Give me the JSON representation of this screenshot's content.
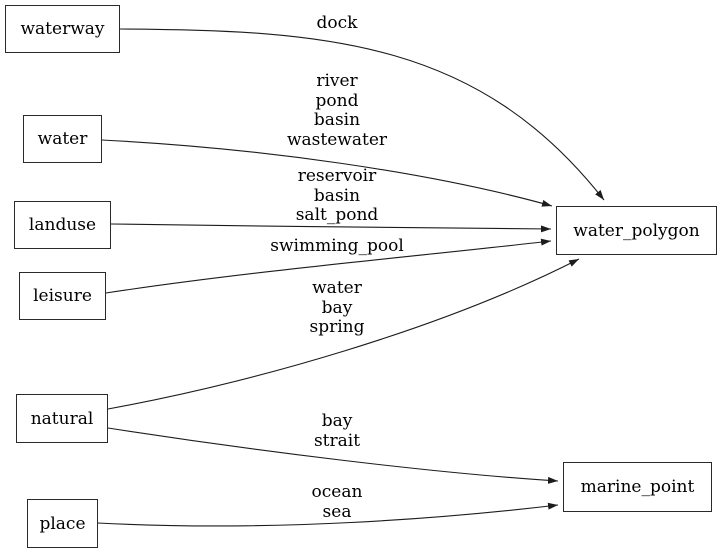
{
  "diagram": {
    "background_color": "#ffffff",
    "line_color": "#1c1c1c",
    "nodes": {
      "waterway": {
        "label": "waterway"
      },
      "water": {
        "label": "water"
      },
      "landuse": {
        "label": "landuse"
      },
      "leisure": {
        "label": "leisure"
      },
      "natural": {
        "label": "natural"
      },
      "place": {
        "label": "place"
      },
      "water_polygon": {
        "label": "water_polygon"
      },
      "marine_point": {
        "label": "marine_point"
      }
    },
    "edges": [
      {
        "from": "waterway",
        "to": "water_polygon",
        "lines": [
          "dock"
        ]
      },
      {
        "from": "water",
        "to": "water_polygon",
        "lines": [
          "river",
          "pond",
          "basin",
          "wastewater"
        ]
      },
      {
        "from": "landuse",
        "to": "water_polygon",
        "lines": [
          "reservoir",
          "basin",
          "salt_pond"
        ]
      },
      {
        "from": "leisure",
        "to": "water_polygon",
        "lines": [
          "swimming_pool"
        ]
      },
      {
        "from": "natural",
        "to": "water_polygon",
        "lines": [
          "water",
          "bay",
          "spring"
        ]
      },
      {
        "from": "natural",
        "to": "marine_point",
        "lines": [
          "bay",
          "strait"
        ]
      },
      {
        "from": "place",
        "to": "marine_point",
        "lines": [
          "ocean",
          "sea"
        ]
      }
    ]
  }
}
